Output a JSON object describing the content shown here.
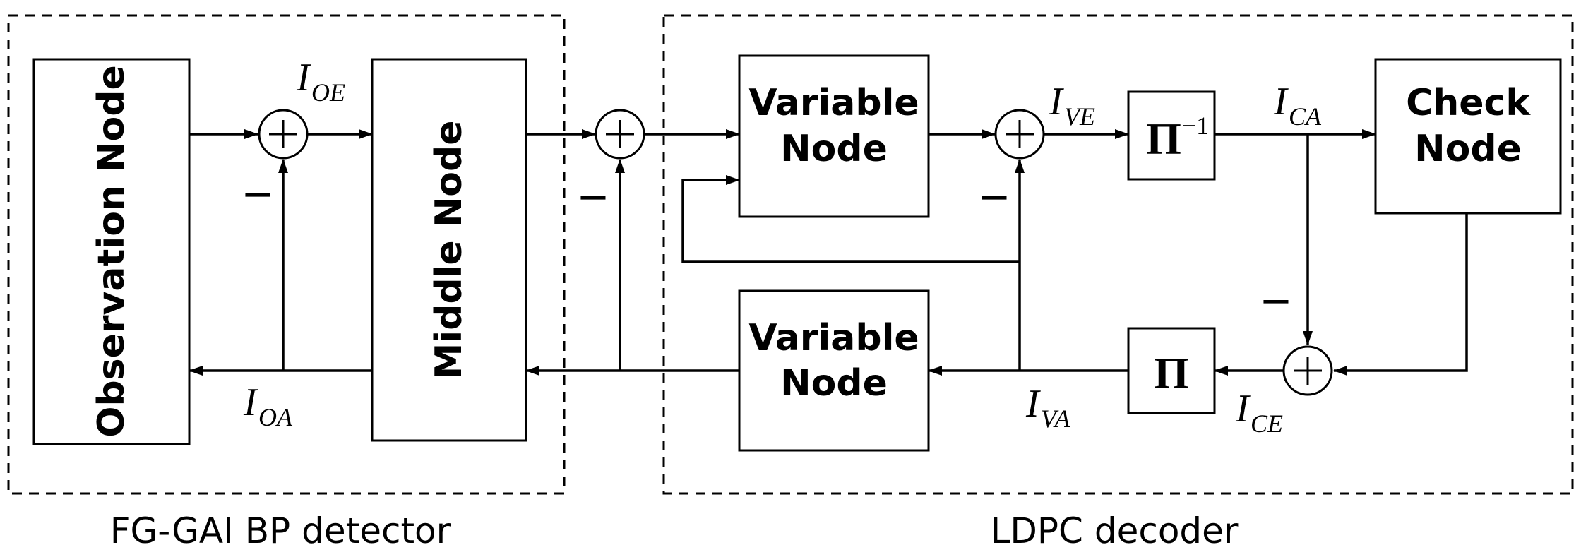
{
  "detector": {
    "caption": "FG-GAI BP detector",
    "observation_node": "Observation Node",
    "middle_node": "Middle Node"
  },
  "decoder": {
    "caption": "LDPC decoder",
    "variable_node_top": [
      "Variable",
      "Node"
    ],
    "variable_node_bottom": [
      "Variable",
      "Node"
    ],
    "check_node": [
      "Check",
      "Node"
    ]
  },
  "interleaver": {
    "symbol": "Π",
    "inverse_exp": "−1"
  },
  "signals": {
    "IOE": {
      "main": "I",
      "sub": "OE"
    },
    "IOA": {
      "main": "I",
      "sub": "OA"
    },
    "IVE": {
      "main": "I",
      "sub": "VE"
    },
    "IVA": {
      "main": "I",
      "sub": "VA"
    },
    "ICA": {
      "main": "I",
      "sub": "CA"
    },
    "ICE": {
      "main": "I",
      "sub": "CE"
    }
  },
  "minus_sign": "−"
}
